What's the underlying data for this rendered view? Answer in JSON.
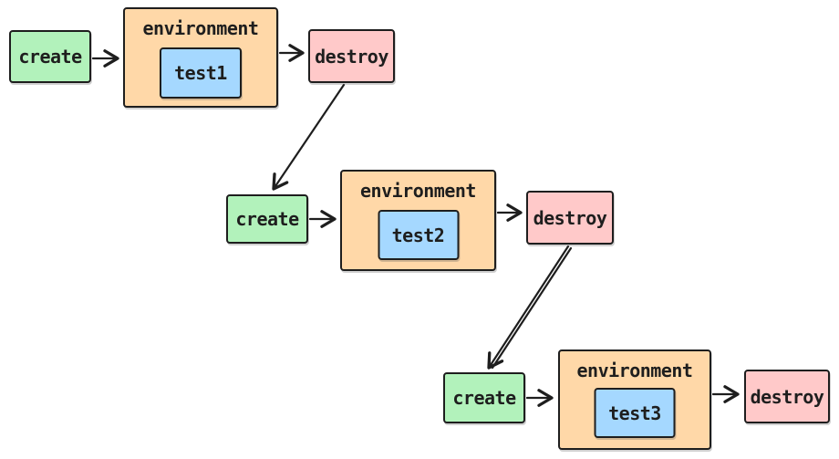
{
  "colors": {
    "stroke": "#1e1e1e",
    "background": "#ffffff",
    "create_fill": "#b2f2bb",
    "environment_fill": "#ffd8a8",
    "test_fill": "#a5d8ff",
    "destroy_fill": "#ffc9c9"
  },
  "flows": [
    {
      "create_label": "create",
      "environment_label": "environment",
      "test_label": "test1",
      "destroy_label": "destroy"
    },
    {
      "create_label": "create",
      "environment_label": "environment",
      "test_label": "test2",
      "destroy_label": "destroy"
    },
    {
      "create_label": "create",
      "environment_label": "environment",
      "test_label": "test3",
      "destroy_label": "destroy"
    }
  ]
}
